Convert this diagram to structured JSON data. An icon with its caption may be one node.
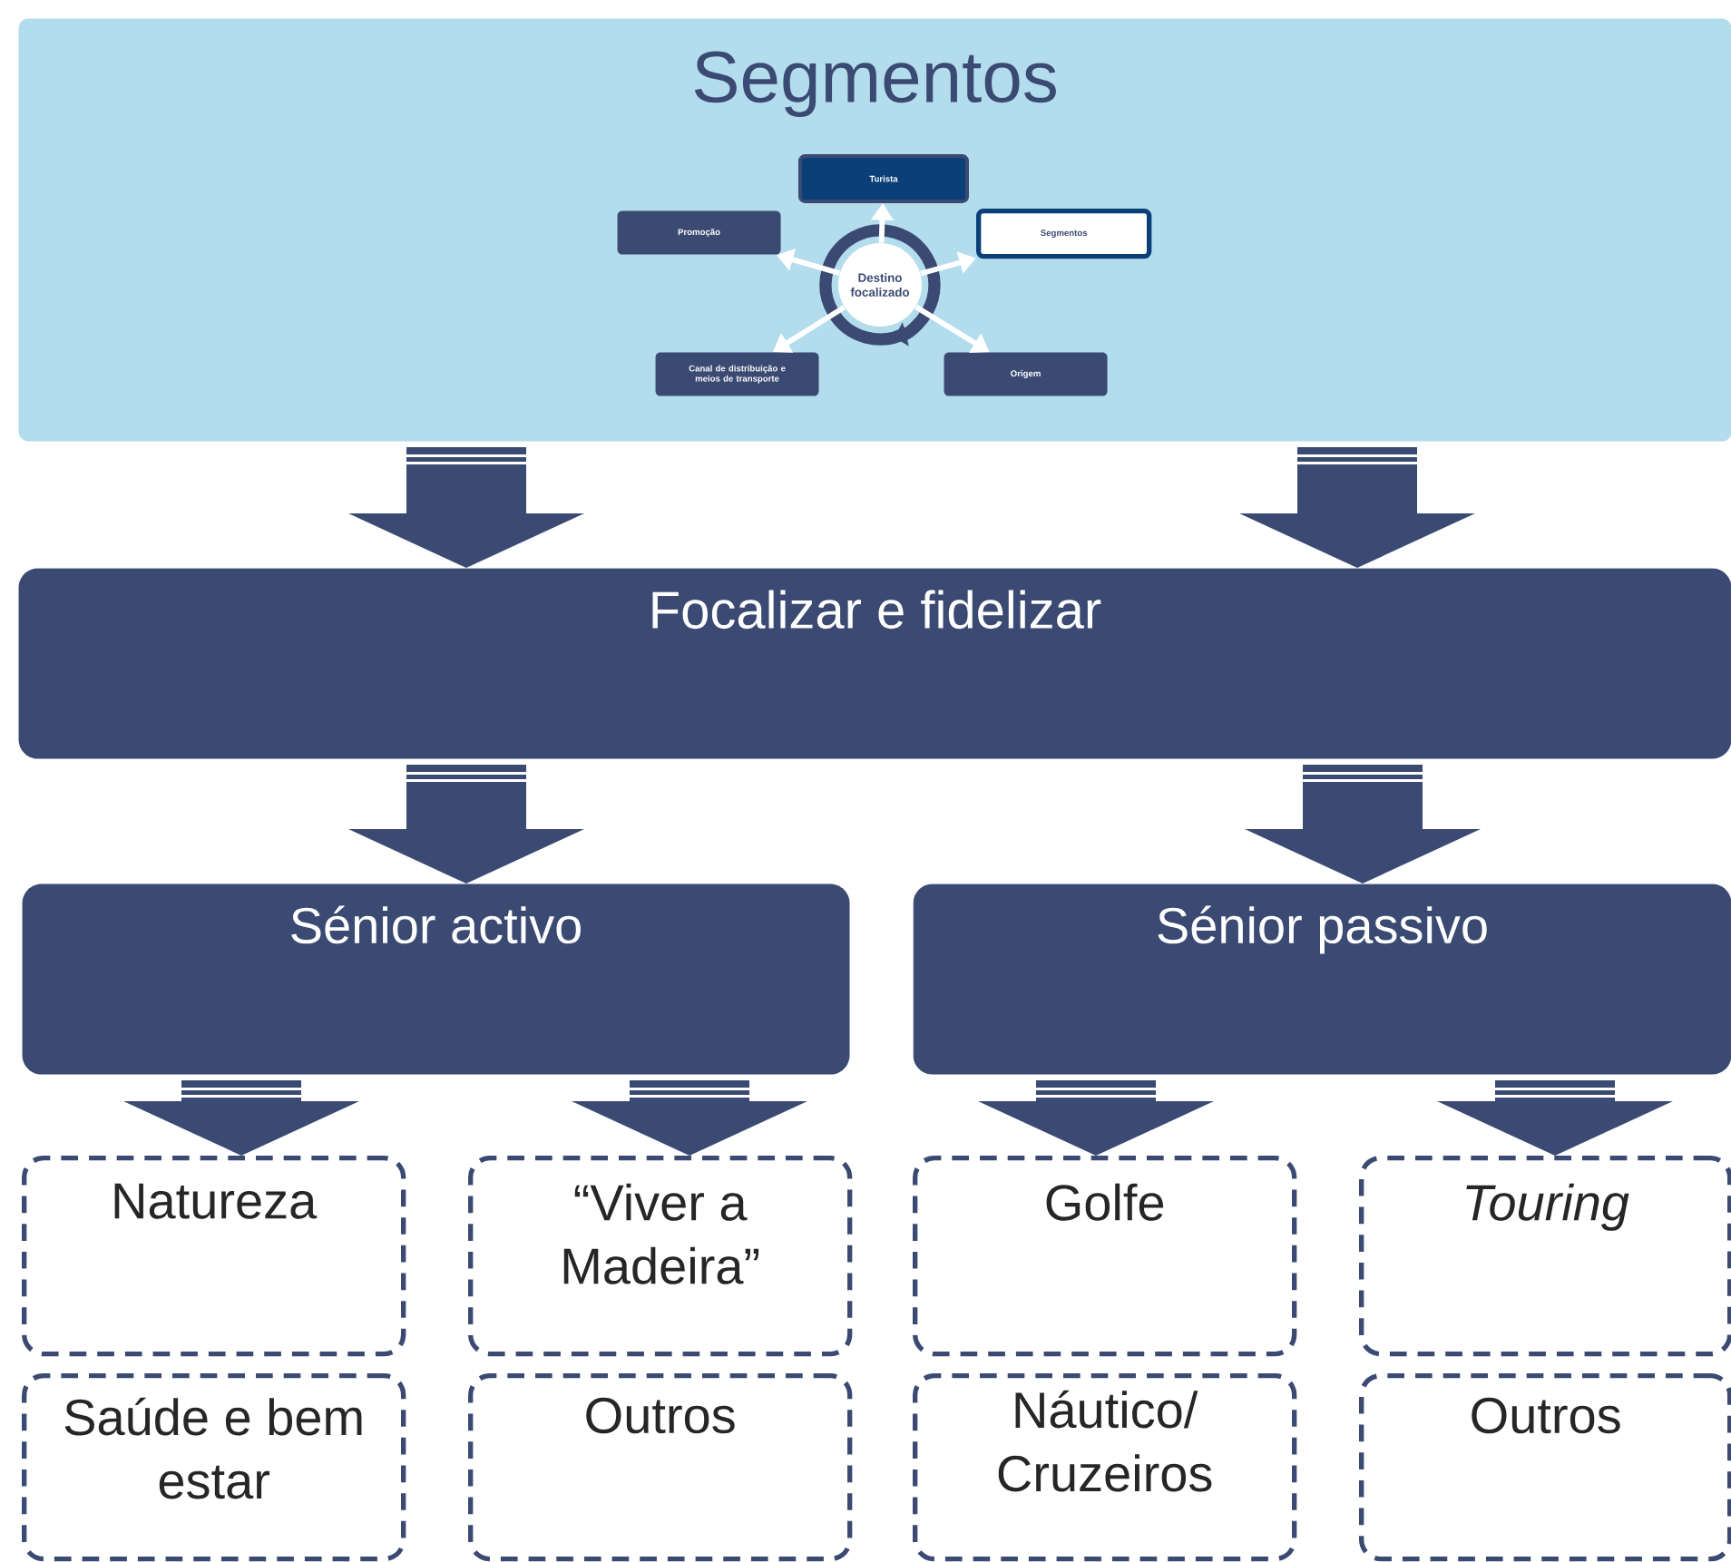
{
  "diagram": {
    "nodes": [
      {
        "text": [
          "Segmentos"
        ]
      },
      {
        "text": [
          "Turista"
        ],
        "in": 0
      },
      {
        "text": [
          "Promoção"
        ],
        "in": 0
      },
      {
        "text": [
          "Segmentos"
        ],
        "in": 0
      },
      {
        "text": [
          "Destino focalizado"
        ],
        "in": 0
      },
      {
        "text": [
          "Canal de distribuição e meios de transporte"
        ],
        "in": 0
      },
      {
        "text": [
          "Origem"
        ],
        "in": 0
      },
      {
        "text": [
          "Focalizar e fidelizar"
        ]
      },
      {
        "text": [
          "Sénior activo"
        ]
      },
      {
        "text": [
          "Sénior passivo"
        ]
      },
      {
        "text": [
          "Natureza"
        ]
      },
      {
        "text": [
          "“Viver a Madeira”"
        ]
      },
      {
        "text": [
          "Golfe"
        ]
      },
      {
        "text": [
          "*Touring*"
        ]
      },
      {
        "text": [
          "Saúde e bem estar"
        ]
      },
      {
        "text": [
          "Outros"
        ]
      },
      {
        "text": [
          "Náutico/ Cruzeiros"
        ]
      },
      {
        "text": [
          "Outros"
        ]
      }
    ],
    "edges": [
      {
        "from": 4,
        "to": 1,
        "arrow": "to",
        "color": "#ffffff"
      },
      {
        "from": 4,
        "to": 2,
        "arrow": "to",
        "color": "#ffffff"
      },
      {
        "from": 4,
        "to": 3,
        "arrow": "to",
        "color": "#ffffff"
      },
      {
        "from": 4,
        "to": 5,
        "arrow": "to",
        "color": "#ffffff"
      },
      {
        "from": 4,
        "to": 6,
        "arrow": "to",
        "color": "#ffffff"
      },
      {
        "from": 0,
        "to": 7,
        "arrow": "to"
      },
      {
        "from": 0,
        "to": 7,
        "arrow": "to"
      },
      {
        "from": 7,
        "to": 8,
        "arrow": "to"
      },
      {
        "from": 7,
        "to": 9,
        "arrow": "to"
      },
      {
        "from": 8,
        "to": 10,
        "arrow": "to"
      },
      {
        "from": 8,
        "to": 11,
        "arrow": "to"
      },
      {
        "from": 9,
        "to": 12,
        "arrow": "to"
      },
      {
        "from": 9,
        "to": 13,
        "arrow": "to"
      }
    ]
  }
}
